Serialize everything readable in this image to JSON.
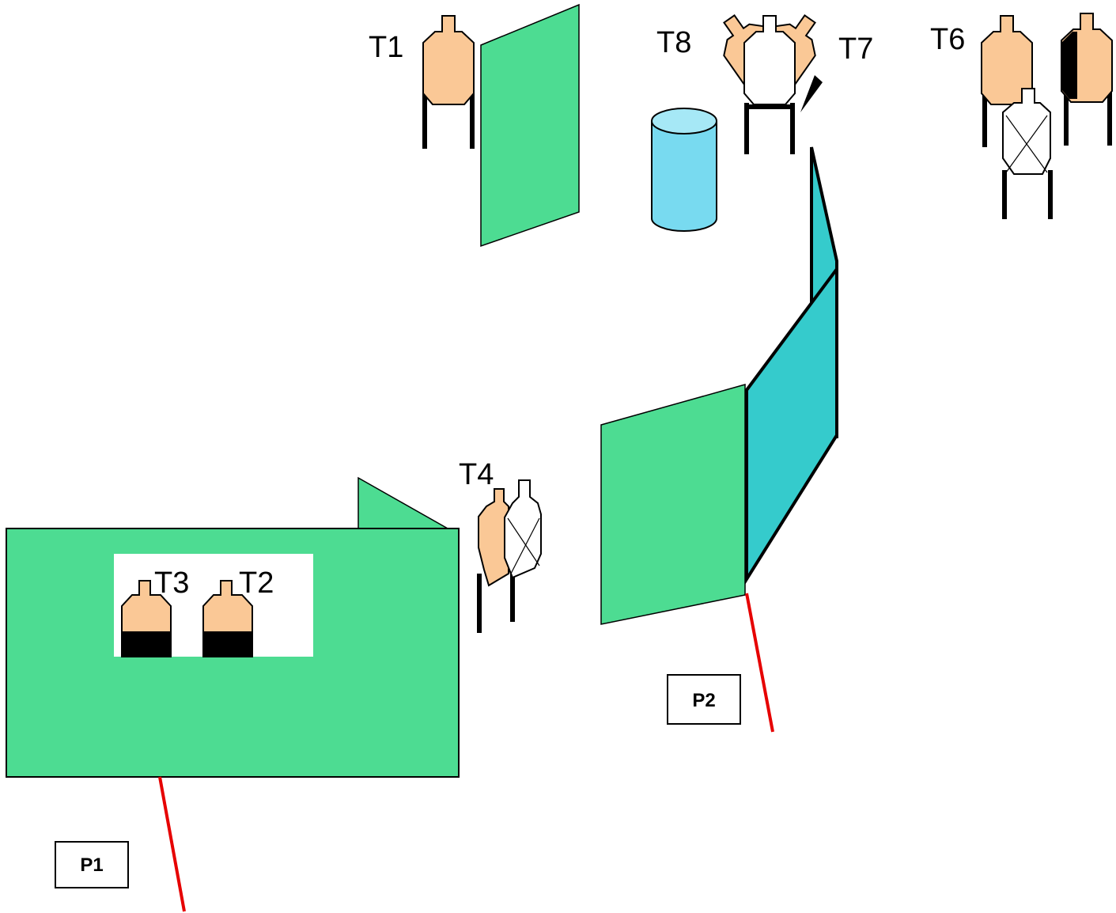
{
  "colors": {
    "wall": "#4ddc92",
    "wall_dark": "#35cbcc",
    "barrel": "#78daf0",
    "target_tan": "#fac896",
    "no_shoot": "#ffffff",
    "fault_line": "#e60000",
    "outline": "#000000"
  },
  "icons": {
    "shoot_target": "shoot-target-icon",
    "no_shoot_target": "no-shoot-target-icon",
    "barrel": "barrel-icon"
  },
  "targets": {
    "t1": "T1",
    "t2": "T2",
    "t3": "T3",
    "t4": "T4",
    "t6": "T6",
    "t7": "T7",
    "t8": "T8"
  },
  "positions": {
    "p1": "P1",
    "p2": "P2"
  }
}
